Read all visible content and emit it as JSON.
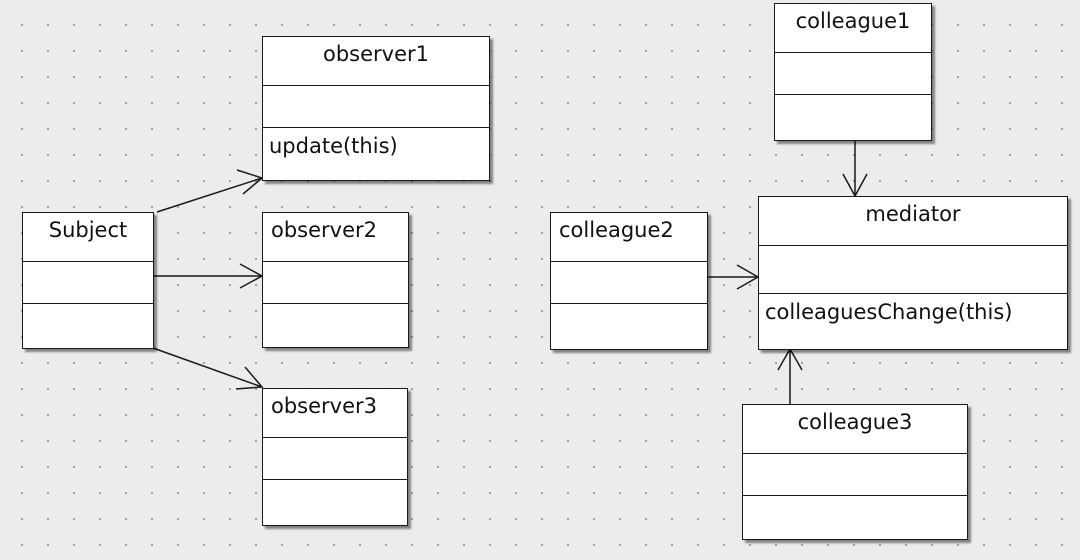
{
  "diagram": {
    "left_group": {
      "subject": {
        "name": "Subject"
      },
      "observers": [
        {
          "name": "observer1",
          "operation": "update(this)"
        },
        {
          "name": "observer2"
        },
        {
          "name": "observer3"
        }
      ]
    },
    "right_group": {
      "mediator": {
        "name": "mediator",
        "operation": "colleaguesChange(this)"
      },
      "colleagues": [
        {
          "name": "colleague1"
        },
        {
          "name": "colleague2"
        },
        {
          "name": "colleague3"
        }
      ]
    },
    "relations": [
      {
        "from": "Subject",
        "to": "observer1",
        "kind": "association"
      },
      {
        "from": "Subject",
        "to": "observer2",
        "kind": "association"
      },
      {
        "from": "Subject",
        "to": "observer3",
        "kind": "association"
      },
      {
        "from": "colleague1",
        "to": "mediator",
        "kind": "association"
      },
      {
        "from": "colleague2",
        "to": "mediator",
        "kind": "association"
      },
      {
        "from": "colleague3",
        "to": "mediator",
        "kind": "association"
      }
    ]
  }
}
